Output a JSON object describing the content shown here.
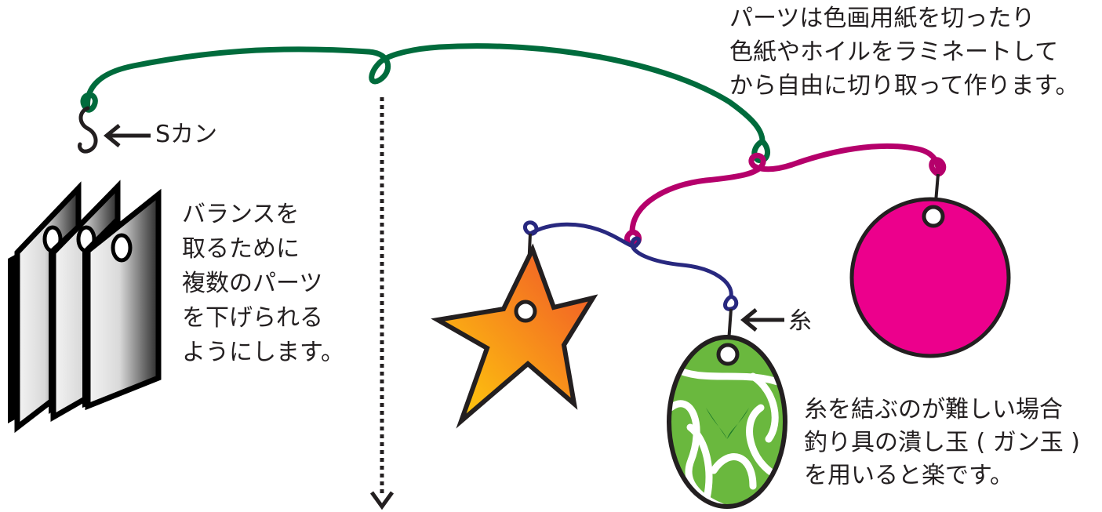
{
  "labels": {
    "top_note": [
      "パーツは色画用紙を切ったり",
      "色紙やホイルをラミネートして",
      "から自由に切り取って作ります。"
    ],
    "balance_note": [
      "バランスを",
      "取るために",
      "複数のパーツ",
      "を下げられる",
      "ようにします。"
    ],
    "knot_note": [
      "糸を結ぶのが難しい場合",
      "釣り具の潰し玉 ( ガン玉 )",
      "を用いると楽です。"
    ],
    "s_hook_label": "Sカン",
    "thread_label": "糸"
  },
  "colors": {
    "top_wire": "#006b3c",
    "mid_wire": "#b5006b",
    "low_wire": "#28287f",
    "pink_circle": "#ec008c",
    "star_gradient": [
      "#ffc20e",
      "#f26522"
    ],
    "leaf_green": "#6ab83e",
    "outline": "#231f20"
  },
  "icons": [
    "s-hook-icon",
    "arrow-left-icon",
    "star-icon",
    "circle-part-icon",
    "oval-part-icon",
    "card-part-icon"
  ]
}
